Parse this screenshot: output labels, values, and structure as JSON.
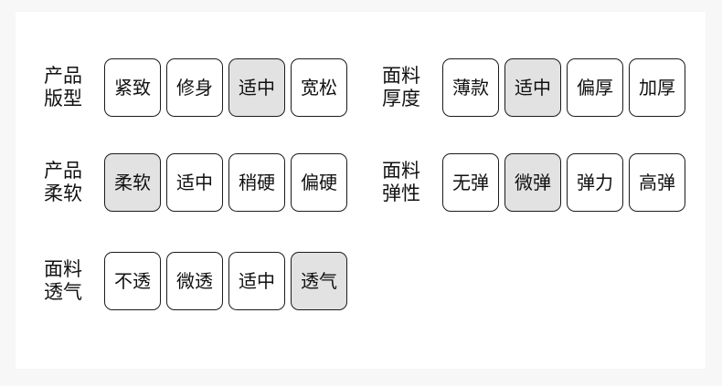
{
  "theme": {
    "page_background": "#f7f7f7",
    "card_background": "#ffffff",
    "chip_border": "#1b1b1b",
    "chip_background": "#ffffff",
    "chip_selected_background": "#e2e2e2",
    "text_color": "#111111"
  },
  "attribute_groups": [
    {
      "id": "product-fit",
      "label": "产品\n版型",
      "label_line1": "产品",
      "label_line2": "版型",
      "column": "left",
      "row": 0,
      "selected_index": 2,
      "options": [
        {
          "label": "紧致",
          "selected": false
        },
        {
          "label": "修身",
          "selected": false
        },
        {
          "label": "适中",
          "selected": true
        },
        {
          "label": "宽松",
          "selected": false
        }
      ]
    },
    {
      "id": "product-softness",
      "label": "产品\n柔软",
      "label_line1": "产品",
      "label_line2": "柔软",
      "column": "left",
      "row": 1,
      "selected_index": 0,
      "options": [
        {
          "label": "柔软",
          "selected": true
        },
        {
          "label": "适中",
          "selected": false
        },
        {
          "label": "稍硬",
          "selected": false
        },
        {
          "label": "偏硬",
          "selected": false
        }
      ]
    },
    {
      "id": "fabric-breathability",
      "label": "面料\n透气",
      "label_line1": "面料",
      "label_line2": "透气",
      "column": "left",
      "row": 2,
      "selected_index": 3,
      "options": [
        {
          "label": "不透",
          "selected": false
        },
        {
          "label": "微透",
          "selected": false
        },
        {
          "label": "适中",
          "selected": false
        },
        {
          "label": "透气",
          "selected": true
        }
      ]
    },
    {
      "id": "fabric-thickness",
      "label": "面料\n厚度",
      "label_line1": "面料",
      "label_line2": "厚度",
      "column": "right",
      "row": 0,
      "selected_index": 1,
      "options": [
        {
          "label": "薄款",
          "selected": false
        },
        {
          "label": "适中",
          "selected": true
        },
        {
          "label": "偏厚",
          "selected": false
        },
        {
          "label": "加厚",
          "selected": false
        }
      ]
    },
    {
      "id": "fabric-elasticity",
      "label": "面料\n弹性",
      "label_line1": "面料",
      "label_line2": "弹性",
      "column": "right",
      "row": 1,
      "selected_index": 1,
      "options": [
        {
          "label": "无弹",
          "selected": false
        },
        {
          "label": "微弹",
          "selected": true
        },
        {
          "label": "弹力",
          "selected": false
        },
        {
          "label": "高弹",
          "selected": false
        }
      ]
    }
  ]
}
